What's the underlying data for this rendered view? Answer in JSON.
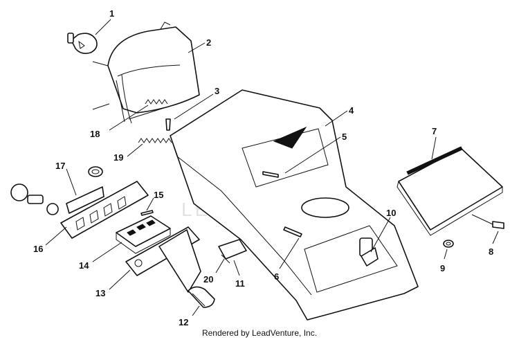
{
  "watermark": "LEADVENTURE",
  "credit": "Rendered by LeadVenture, Inc.",
  "callouts": {
    "c1": "1",
    "c2": "2",
    "c3": "3",
    "c4": "4",
    "c5": "5",
    "c6": "6",
    "c7": "7",
    "c8": "8",
    "c9": "9",
    "c10": "10",
    "c11": "11",
    "c12": "12",
    "c13": "13",
    "c14": "14",
    "c15": "15",
    "c16": "16",
    "c17": "17",
    "c18": "18",
    "c19": "19",
    "c20": "20"
  }
}
